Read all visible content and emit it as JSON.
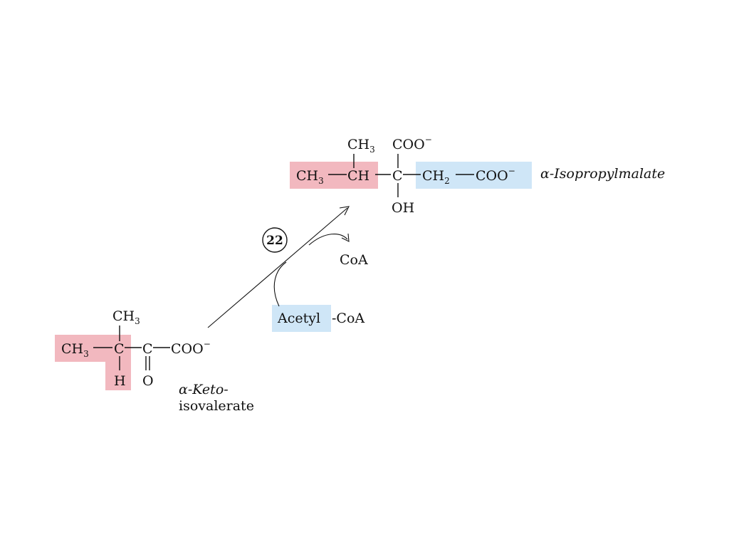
{
  "colors": {
    "highlight_red": "#f2b8bf",
    "highlight_blue": "#cfe6f7",
    "ink": "#111111",
    "background": "#ffffff"
  },
  "reactant": {
    "top_methyl": {
      "text": "CH",
      "sub": "3"
    },
    "main_chain": {
      "ch3": "CH",
      "ch3_sub": "3",
      "c1": "C",
      "c2": "C",
      "coo": "COO",
      "charge": "−"
    },
    "hydrogen": "H",
    "keto_oxygen": "O",
    "name_line1": "α-Keto-",
    "name_line2": "isovalerate"
  },
  "product": {
    "top_methyl": {
      "text": "CH",
      "sub": "3"
    },
    "top_carboxylate": {
      "text": "COO",
      "charge": "−"
    },
    "main_chain": {
      "ch3": "CH",
      "ch3_sub": "3",
      "ch": "CH",
      "c": "C",
      "ch2": "CH",
      "ch2_sub": "2",
      "coo": "COO",
      "charge": "−"
    },
    "hydroxyl": "OH",
    "name": "α-Isopropylmalate"
  },
  "reaction": {
    "step_number": "22",
    "acetyl": "Acetyl",
    "acetyl_suffix": "-CoA",
    "coa_released": "CoA"
  }
}
